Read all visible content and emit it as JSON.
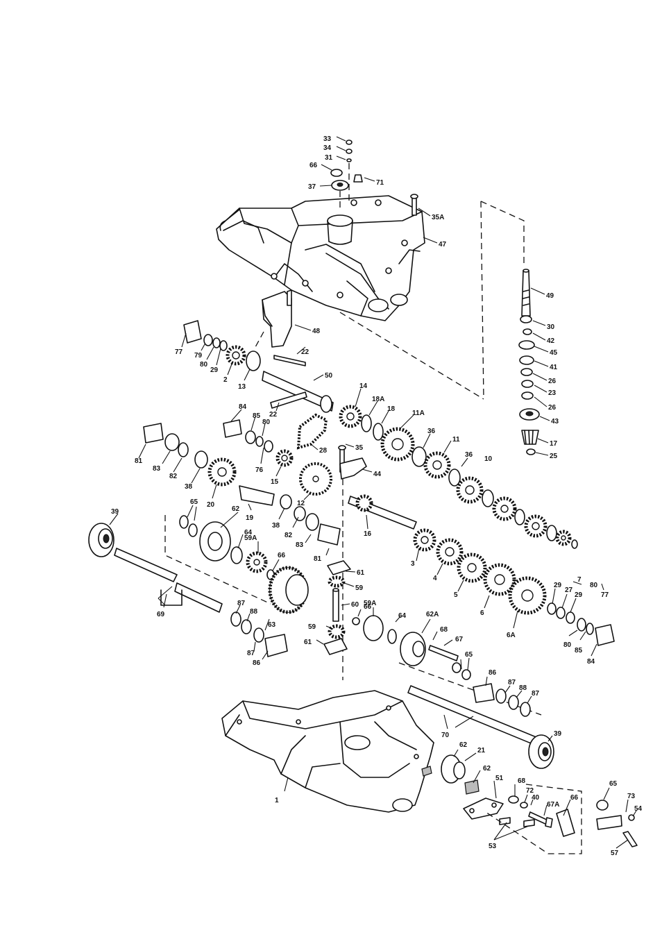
{
  "labels": [
    {
      "id": "p33",
      "text": "33"
    },
    {
      "id": "p34",
      "text": "34"
    },
    {
      "id": "p31",
      "text": "31"
    },
    {
      "id": "p66a",
      "text": "66"
    },
    {
      "id": "p37",
      "text": "37"
    },
    {
      "id": "p71",
      "text": "71"
    },
    {
      "id": "p35A",
      "text": "35A"
    },
    {
      "id": "p47",
      "text": "47"
    },
    {
      "id": "p49",
      "text": "49"
    },
    {
      "id": "p30",
      "text": "30"
    },
    {
      "id": "p42",
      "text": "42"
    },
    {
      "id": "p45",
      "text": "45"
    },
    {
      "id": "p41",
      "text": "41"
    },
    {
      "id": "p26a",
      "text": "26"
    },
    {
      "id": "p23",
      "text": "23"
    },
    {
      "id": "p26b",
      "text": "26"
    },
    {
      "id": "p43",
      "text": "43"
    },
    {
      "id": "p17",
      "text": "17"
    },
    {
      "id": "p25",
      "text": "25"
    },
    {
      "id": "p48",
      "text": "48"
    },
    {
      "id": "p77a",
      "text": "77"
    },
    {
      "id": "p79",
      "text": "79"
    },
    {
      "id": "p80a",
      "text": "80"
    },
    {
      "id": "p29a",
      "text": "29"
    },
    {
      "id": "p2",
      "text": "2"
    },
    {
      "id": "p13",
      "text": "13"
    },
    {
      "id": "p22a",
      "text": "22"
    },
    {
      "id": "p50",
      "text": "50"
    },
    {
      "id": "p14",
      "text": "14"
    },
    {
      "id": "p18A",
      "text": "18A"
    },
    {
      "id": "p18",
      "text": "18"
    },
    {
      "id": "p11A",
      "text": "11A"
    },
    {
      "id": "p22b",
      "text": "22"
    },
    {
      "id": "p84a",
      "text": "84"
    },
    {
      "id": "p85a",
      "text": "85"
    },
    {
      "id": "p80b",
      "text": "80"
    },
    {
      "id": "p28",
      "text": "28"
    },
    {
      "id": "p35",
      "text": "35"
    },
    {
      "id": "p36a",
      "text": "36"
    },
    {
      "id": "p11",
      "text": "11"
    },
    {
      "id": "p36b",
      "text": "36"
    },
    {
      "id": "p10",
      "text": "10"
    },
    {
      "id": "p81a",
      "text": "81"
    },
    {
      "id": "p83a",
      "text": "83"
    },
    {
      "id": "p82a",
      "text": "82"
    },
    {
      "id": "p38a",
      "text": "38"
    },
    {
      "id": "p76",
      "text": "76"
    },
    {
      "id": "p15",
      "text": "15"
    },
    {
      "id": "p44",
      "text": "44"
    },
    {
      "id": "p20",
      "text": "20"
    },
    {
      "id": "p12",
      "text": "12"
    },
    {
      "id": "p65a",
      "text": "65"
    },
    {
      "id": "p62a",
      "text": "62"
    },
    {
      "id": "p19",
      "text": "19"
    },
    {
      "id": "p38b",
      "text": "38"
    },
    {
      "id": "p82b",
      "text": "82"
    },
    {
      "id": "p39a",
      "text": "39"
    },
    {
      "id": "p64a",
      "text": "64"
    },
    {
      "id": "p59Aa",
      "text": "59A"
    },
    {
      "id": "p83b",
      "text": "83"
    },
    {
      "id": "p16",
      "text": "16"
    },
    {
      "id": "p66b",
      "text": "66"
    },
    {
      "id": "p81b",
      "text": "81"
    },
    {
      "id": "p61a",
      "text": "61"
    },
    {
      "id": "p59a",
      "text": "59"
    },
    {
      "id": "p3",
      "text": "3"
    },
    {
      "id": "p4",
      "text": "4"
    },
    {
      "id": "p5",
      "text": "5"
    },
    {
      "id": "p6",
      "text": "6"
    },
    {
      "id": "p7",
      "text": "7"
    },
    {
      "id": "p80c",
      "text": "80"
    },
    {
      "id": "p77b",
      "text": "77"
    },
    {
      "id": "p29b",
      "text": "29"
    },
    {
      "id": "p27",
      "text": "27"
    },
    {
      "id": "p29c",
      "text": "29"
    },
    {
      "id": "p69",
      "text": "69"
    },
    {
      "id": "p87a",
      "text": "87"
    },
    {
      "id": "p88a",
      "text": "88"
    },
    {
      "id": "p63",
      "text": "63"
    },
    {
      "id": "p60",
      "text": "60"
    },
    {
      "id": "p66c",
      "text": "66"
    },
    {
      "id": "p59Ab",
      "text": "59A"
    },
    {
      "id": "p64b",
      "text": "64"
    },
    {
      "id": "p62A",
      "text": "62A"
    },
    {
      "id": "p59b",
      "text": "59"
    },
    {
      "id": "p68a",
      "text": "68"
    },
    {
      "id": "p67",
      "text": "67"
    },
    {
      "id": "p61b",
      "text": "61"
    },
    {
      "id": "p6A",
      "text": "6A"
    },
    {
      "id": "p80d",
      "text": "80"
    },
    {
      "id": "p85b",
      "text": "85"
    },
    {
      "id": "p84b",
      "text": "84"
    },
    {
      "id": "p87b",
      "text": "87"
    },
    {
      "id": "p86a",
      "text": "86"
    },
    {
      "id": "p65b",
      "text": "65"
    },
    {
      "id": "p86b",
      "text": "86"
    },
    {
      "id": "p87c",
      "text": "87"
    },
    {
      "id": "p88b",
      "text": "88"
    },
    {
      "id": "p87d",
      "text": "87"
    },
    {
      "id": "p70",
      "text": "70"
    },
    {
      "id": "p39b",
      "text": "39"
    },
    {
      "id": "p62b",
      "text": "62"
    },
    {
      "id": "p21",
      "text": "21"
    },
    {
      "id": "p62c",
      "text": "62"
    },
    {
      "id": "p1",
      "text": "1"
    },
    {
      "id": "p51",
      "text": "51"
    },
    {
      "id": "p68b",
      "text": "68"
    },
    {
      "id": "p72",
      "text": "72"
    },
    {
      "id": "p40",
      "text": "40"
    },
    {
      "id": "p67A",
      "text": "67A"
    },
    {
      "id": "p66d",
      "text": "66"
    },
    {
      "id": "p65c",
      "text": "65"
    },
    {
      "id": "p73",
      "text": "73"
    },
    {
      "id": "p54",
      "text": "54"
    },
    {
      "id": "p53",
      "text": "53"
    },
    {
      "id": "p57",
      "text": "57"
    }
  ]
}
